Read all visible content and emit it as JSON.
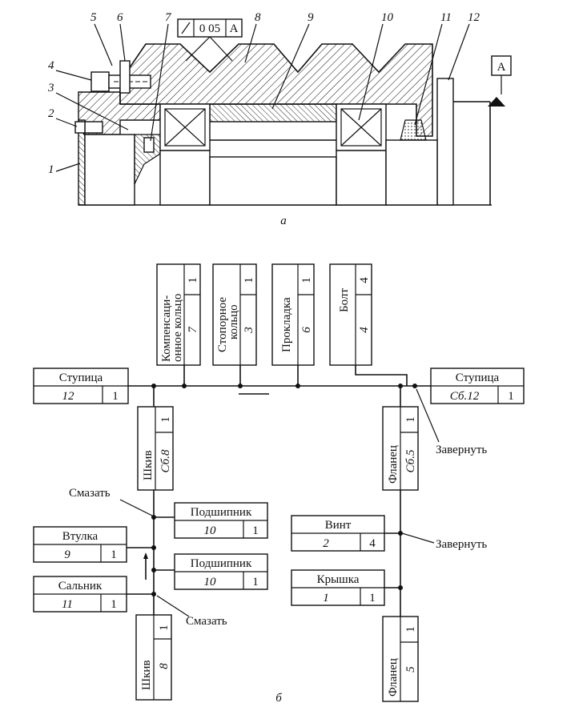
{
  "drawing": {
    "caption": "а",
    "callouts": [
      "1",
      "2",
      "3",
      "4",
      "5",
      "6",
      "7",
      "8",
      "9",
      "10",
      "11",
      "12"
    ],
    "tolerance": {
      "value": "0 05",
      "datum": "A"
    },
    "datum_label": "A"
  },
  "scheme": {
    "caption": "б",
    "top_parts": [
      {
        "name": "Компенсаци-онное кольцо",
        "line1": "Компенсаци-",
        "line2": "онное кольцо",
        "num": "7",
        "qty": "1"
      },
      {
        "name": "Стопорное кольцо",
        "line1": "Стопорное",
        "line2": "кольцо",
        "num": "3",
        "qty": "1"
      },
      {
        "name": "Прокладка",
        "line1": "Прокладка",
        "line2": "",
        "num": "6",
        "qty": "1"
      },
      {
        "name": "Болт",
        "line1": "Болт",
        "line2": "",
        "num": "4",
        "qty": "4"
      }
    ],
    "hub_base": {
      "name": "Ступица",
      "num": "12",
      "qty": "1"
    },
    "hub_assembly": {
      "name": "Ступица",
      "num": "Сб.12",
      "qty": "1"
    },
    "pulley_assembly": {
      "name": "Шкив",
      "num": "Сб.8",
      "qty": "1"
    },
    "flange_assembly": {
      "name": "Фланец",
      "num": "Сб.5",
      "qty": "1"
    },
    "bearing_1": {
      "name": "Подшипник",
      "num": "10",
      "qty": "1"
    },
    "bearing_2": {
      "name": "Подшипник",
      "num": "10",
      "qty": "1"
    },
    "bushing": {
      "name": "Втулка",
      "num": "9",
      "qty": "1"
    },
    "seal": {
      "name": "Сальник",
      "num": "11",
      "qty": "1"
    },
    "pulley_base": {
      "name": "Шкив",
      "num": "8",
      "qty": "1"
    },
    "screw": {
      "name": "Винт",
      "num": "2",
      "qty": "4"
    },
    "cover": {
      "name": "Крышка",
      "num": "1",
      "qty": "1"
    },
    "flange_base": {
      "name": "Фланец",
      "num": "5",
      "qty": "1"
    },
    "notes": {
      "lubricate_1": "Смазать",
      "lubricate_2": "Смазать",
      "screw_in_1": "Завернуть",
      "screw_in_2": "Завернуть"
    }
  }
}
